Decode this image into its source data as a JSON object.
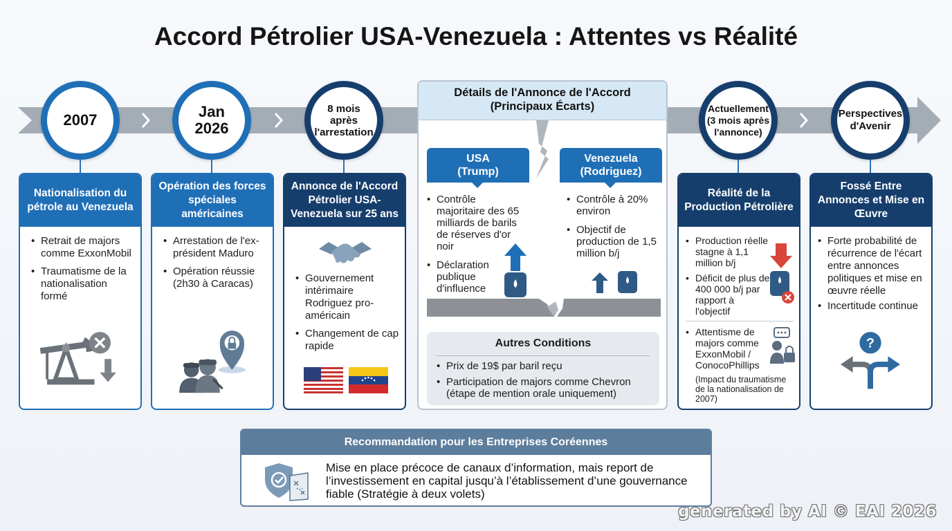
{
  "title": "Accord Pétrolier USA-Venezuela : Attentes vs Réalité",
  "timeline": [
    {
      "label": "2007",
      "heading": "Nationalisation du pétrole au Venezuela",
      "bullets": [
        "Retrait de majors comme ExxonMobil",
        "Traumatisme de la nationalisation formé"
      ],
      "icon": "oil-pump-icon"
    },
    {
      "label": "Jan\n2026",
      "heading": "Opération des forces spéciales américaines",
      "bullets": [
        "Arrestation de l'ex-président Maduro",
        "Opération réussie (2h30 à Caracas)"
      ],
      "icon": "soldiers-location-icon"
    },
    {
      "label": "8 mois\naprès\nl'arrestation",
      "heading": "Annonce de l'Accord Pétrolier USA-Venezuela sur 25 ans",
      "bullets": [
        "Gouvernement intérimaire Rodriguez pro-américain",
        "Changement de cap rapide"
      ],
      "icon": "handshake-icon"
    },
    {
      "label": "Actuellement\n(3 mois après\nl'annonce)",
      "heading": "Réalité de la Production Pétrolière",
      "bullets": [
        "Production réelle stagne à 1,1 million b/j",
        "Déficit de plus de 400 000 b/j par rapport à l'objectif",
        "Attentisme de majors comme ExxonMobil / ConocoPhillips"
      ],
      "note": "(Impact du traumatisme de la nationalisation de 2007)",
      "icon": "oil-barrel-down-icon"
    },
    {
      "label": "Perspectives\nd'Avenir",
      "heading": "Fossé Entre Annonces et Mise en Œuvre",
      "bullets": [
        "Forte probabilité de récurrence de l'écart entre annonces politiques et mise en œuvre réelle",
        "Incertitude continue"
      ],
      "icon": "question-arrows-icon"
    }
  ],
  "details": {
    "heading": "Détails de l'Annonce de l'Accord\n(Principaux Écarts)",
    "usa": {
      "label": "USA\n(Trump)",
      "bullets": [
        "Contrôle majoritaire des 65 milliards de barils de réserves d'or noir",
        "Déclaration publique d'influence"
      ]
    },
    "venezuela": {
      "label": "Venezuela\n(Rodriguez)",
      "bullets": [
        "Contrôle à 20% environ",
        "Objectif de production de 1,5 million b/j"
      ]
    },
    "other": {
      "heading": "Autres Conditions",
      "bullets": [
        "Prix de 19$ par baril reçu",
        "Participation de majors comme Chevron (étape de mention orale uniquement)"
      ]
    }
  },
  "recommendation": {
    "heading": "Recommandation pour les Entreprises Coréennes",
    "text": "Mise en place précoce de canaux d’information, mais report de l’investissement en capital jusqu’à l’établissement d’une gouvernance fiable (Stratégie à deux volets)"
  },
  "watermark": "generated by AI © EAI 2026",
  "colors": {
    "blue": "#1f6fb6",
    "navy": "#163e6c",
    "grey_arrow": "#a4acb5",
    "reco_header": "#5d7d9c",
    "alert_red": "#d9453b"
  }
}
